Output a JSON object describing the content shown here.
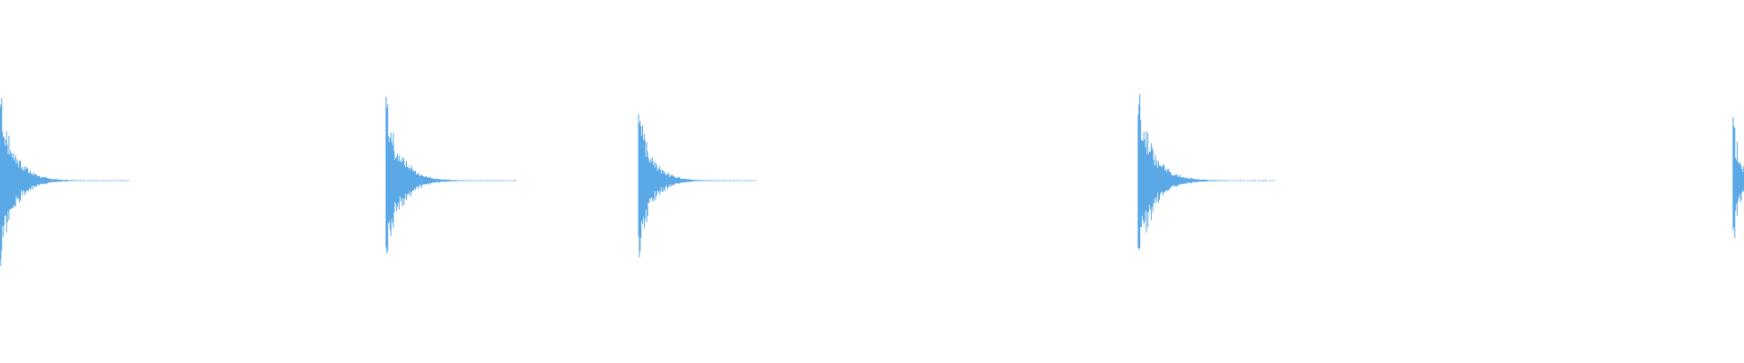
{
  "waveform": {
    "color": "#5aa9e6",
    "background": "#ffffff",
    "peak_amplitude_scale": 1.0,
    "hits": [
      {
        "time_fraction": 0.0,
        "amplitude": 0.81,
        "decay": 1.0
      },
      {
        "time_fraction": 0.2214,
        "amplitude": 0.8,
        "decay": 1.0
      },
      {
        "time_fraction": 0.3659,
        "amplitude": 0.72,
        "decay": 0.9
      },
      {
        "time_fraction": 0.6528,
        "amplitude": 0.84,
        "decay": 1.05
      },
      {
        "time_fraction": 0.9938,
        "amplitude": 0.61,
        "decay": 0.5
      }
    ]
  }
}
